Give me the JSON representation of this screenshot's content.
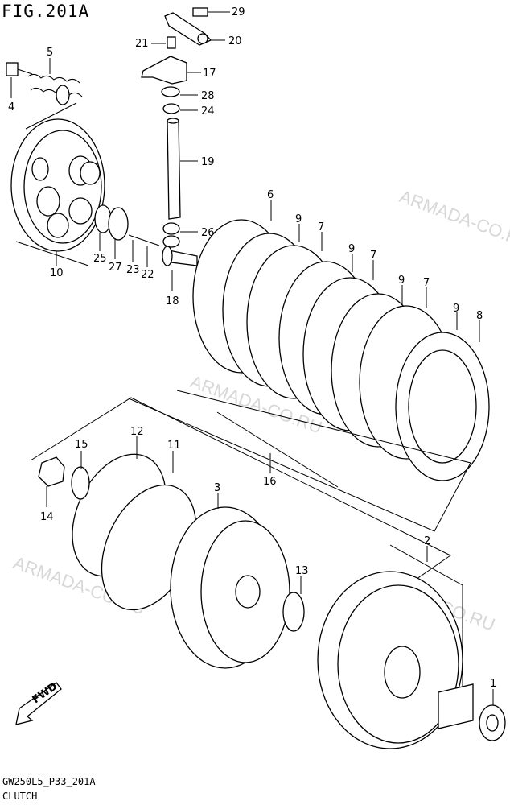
{
  "figure_title": "FIG.201A",
  "drawing_code": "GW250L5_P33_201A",
  "caption": "CLUTCH",
  "watermark": "ARMADA-CO.RU",
  "fwd_marker": "FWD",
  "callouts": [
    "1",
    "2",
    "3",
    "4",
    "5",
    "6",
    "7",
    "8",
    "9",
    "10",
    "11",
    "12",
    "13",
    "14",
    "15",
    "16",
    "17",
    "18",
    "19",
    "20",
    "21",
    "22",
    "23",
    "24",
    "25",
    "26",
    "27",
    "28",
    "29"
  ]
}
